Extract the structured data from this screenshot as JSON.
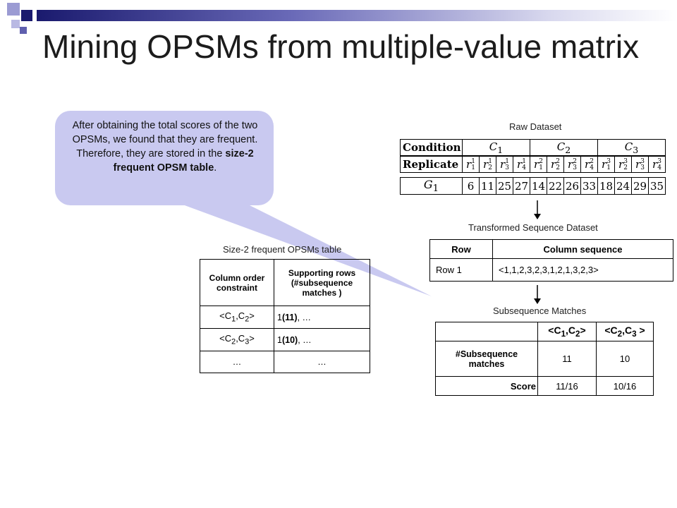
{
  "slide": {
    "title": "Mining OPSMs from multiple-value matrix",
    "callout": {
      "text_before": "After obtaining the total scores of the two OPSMs, we found that they are frequent. Therefore, they are stored in the ",
      "text_bold": "size-2 frequent OPSM table",
      "text_after": "."
    },
    "raw_dataset": {
      "caption": "Raw Dataset",
      "condition_label": "Condition",
      "replicate_label": "Replicate",
      "conditions": [
        "C",
        "C",
        "C"
      ],
      "condition_subs": [
        "1",
        "2",
        "3"
      ],
      "replicates": [
        {
          "base": "r",
          "sup": "1",
          "sub": "1"
        },
        {
          "base": "r",
          "sup": "1",
          "sub": "2"
        },
        {
          "base": "r",
          "sup": "1",
          "sub": "3"
        },
        {
          "base": "r",
          "sup": "1",
          "sub": "4"
        },
        {
          "base": "r",
          "sup": "2",
          "sub": "1"
        },
        {
          "base": "r",
          "sup": "2",
          "sub": "2"
        },
        {
          "base": "r",
          "sup": "2",
          "sub": "3"
        },
        {
          "base": "r",
          "sup": "2",
          "sub": "4"
        },
        {
          "base": "r",
          "sup": "3",
          "sub": "1"
        },
        {
          "base": "r",
          "sup": "3",
          "sub": "2"
        },
        {
          "base": "r",
          "sup": "3",
          "sub": "3"
        },
        {
          "base": "r",
          "sup": "3",
          "sub": "4"
        }
      ],
      "row_label": "G",
      "row_label_sub": "1",
      "values": [
        "6",
        "11",
        "25",
        "27",
        "14",
        "22",
        "26",
        "33",
        "18",
        "24",
        "29",
        "35"
      ]
    },
    "transformed": {
      "caption": "Transformed Sequence Dataset",
      "header_row": "Row",
      "header_seq": "Column sequence",
      "row_label": "Row 1",
      "sequence": "<1,1,2,3,2,3,1,2,1,3,2,3>"
    },
    "subsequence": {
      "caption": "Subsequence Matches",
      "col1": {
        "open": "<C",
        "s1": "1",
        "mid": ",C",
        "s2": "2",
        "close": ">"
      },
      "col2": {
        "open": "<C",
        "s1": "2",
        "mid": ",C",
        "s2": "3",
        "close": " >"
      },
      "matches_label": "#Subsequence matches",
      "matches": [
        "11",
        "10"
      ],
      "score_label": "Score",
      "scores": [
        "11/16",
        "10/16"
      ]
    },
    "size2_table": {
      "caption": "Size-2 frequent OPSMs table",
      "header_constraint": "Column order constraint",
      "header_support": "Supporting rows (#subsequence matches )",
      "rows": [
        {
          "open": "<C",
          "s1": "1",
          "mid": ",C",
          "s2": "2",
          "close": ">",
          "support_pre": "1",
          "support_bold": "(11)",
          "support_post": ", …"
        },
        {
          "open": "<C",
          "s1": "2",
          "mid": ",C",
          "s2": "3",
          "close": ">",
          "support_pre": "1",
          "support_bold": "(10)",
          "support_post": ", …"
        }
      ],
      "ellipsis": "…"
    }
  }
}
